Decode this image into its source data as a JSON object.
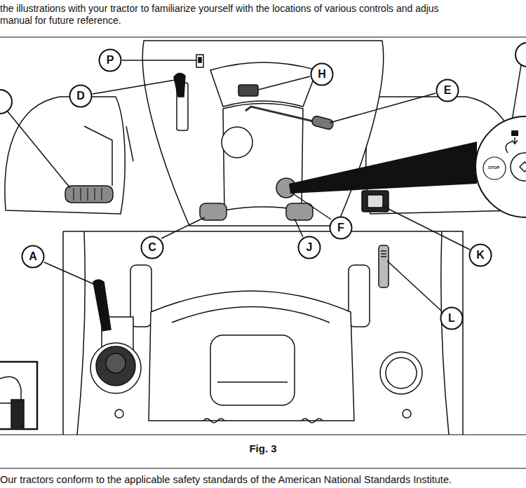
{
  "diagram": {
    "caption": "Fig. 3",
    "nodes": [
      {
        "text": [
          "P"
        ]
      },
      {
        "text": [
          "H"
        ]
      },
      {
        "text": [
          "E"
        ]
      },
      {
        "text": [
          "D"
        ]
      },
      {
        "text": [
          "F"
        ]
      },
      {
        "text": [
          "A"
        ]
      },
      {
        "text": [
          "C"
        ]
      },
      {
        "text": [
          "J"
        ]
      },
      {
        "text": [
          "K"
        ]
      },
      {
        "text": [
          "L"
        ]
      }
    ],
    "edges": [],
    "labels": [
      "the illustrations with your tractor to familiarize yourself with the locations of various controls and adjus",
      "manual for future reference.",
      "STOP",
      "Our tractors conform to the applicable safety standards of the American National Standards Institute."
    ]
  }
}
